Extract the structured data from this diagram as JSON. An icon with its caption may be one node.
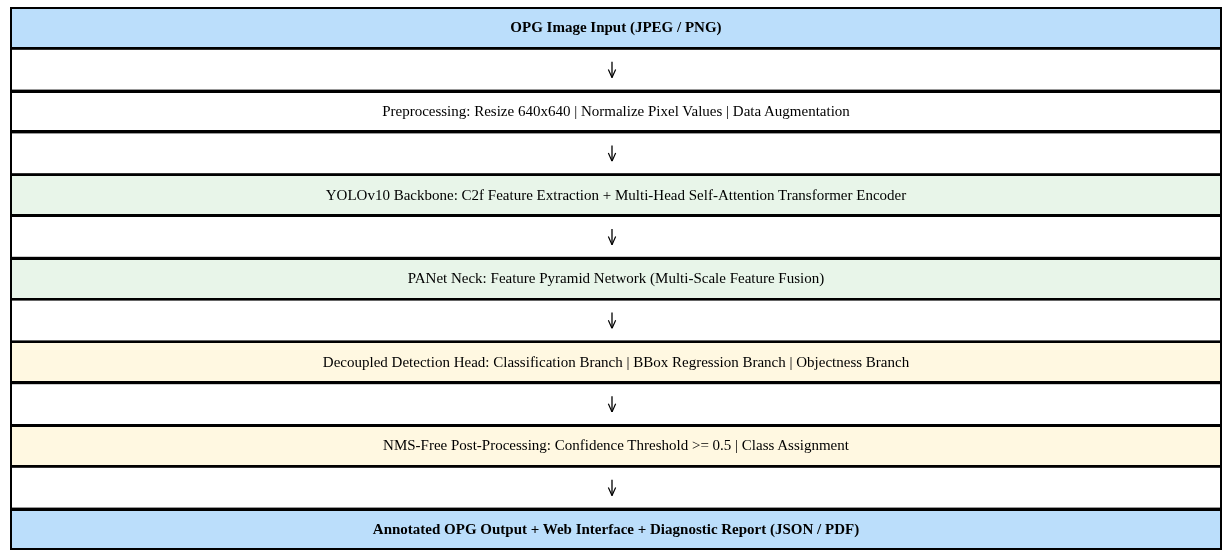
{
  "diagram": {
    "nodes": [
      {
        "text": [
          "OPG Image Input (JPEG / PNG)"
        ]
      },
      {
        "text": [
          "Preprocessing: Resize 640x640 | Normalize Pixel Values | Data Augmentation"
        ]
      },
      {
        "text": [
          "YOLOv10 Backbone: C2f Feature Extraction + Multi-Head Self-Attention Transformer Encoder"
        ]
      },
      {
        "text": [
          "PANet Neck: Feature Pyramid Network (Multi-Scale Feature Fusion)"
        ]
      },
      {
        "text": [
          "Decoupled Detection Head: Classification Branch | BBox Regression Branch | Objectness Branch"
        ]
      },
      {
        "text": [
          "NMS-Free Post-Processing: Confidence Threshold >= 0.5 | Class Assignment"
        ]
      },
      {
        "text": [
          "Annotated OPG Output + Web Interface + Diagnostic Report (JSON / PDF)"
        ]
      }
    ],
    "edges": [
      {
        "from": 0,
        "to": 1,
        "arrow": "to"
      },
      {
        "from": 1,
        "to": 2,
        "arrow": "to"
      },
      {
        "from": 2,
        "to": 3,
        "arrow": "to"
      },
      {
        "from": 3,
        "to": 4,
        "arrow": "to"
      },
      {
        "from": 4,
        "to": 5,
        "arrow": "to"
      },
      {
        "from": 5,
        "to": 6,
        "arrow": "to"
      }
    ]
  }
}
